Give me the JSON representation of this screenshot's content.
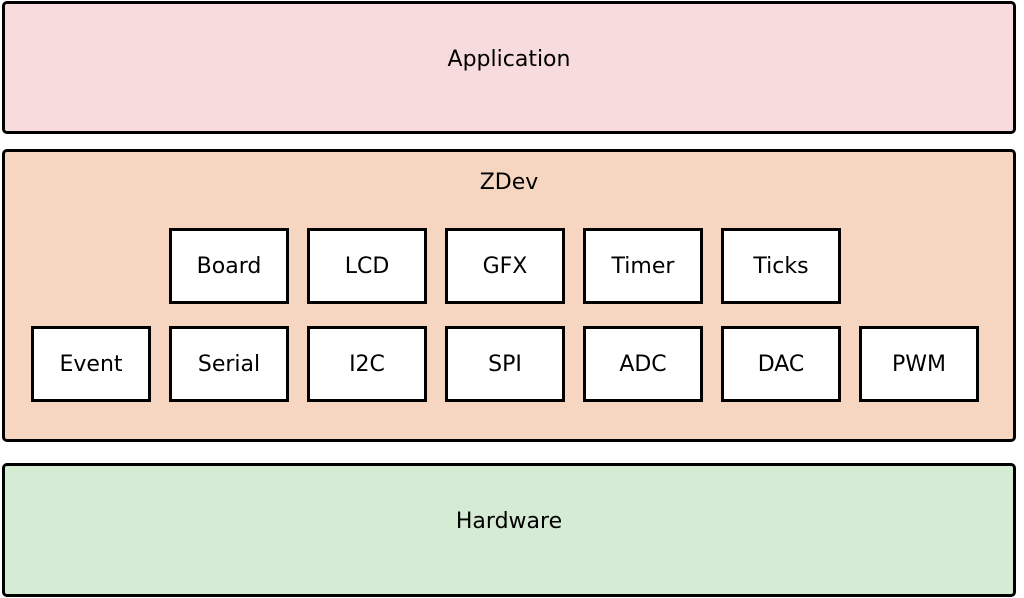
{
  "layers": {
    "application": {
      "label": "Application",
      "color": "#f8dbdd"
    },
    "zdev": {
      "label": "ZDev",
      "color": "#f6d6c1"
    },
    "hardware": {
      "label": "Hardware",
      "color": "#d5ebd3"
    }
  },
  "modules": {
    "row1": [
      "Board",
      "LCD",
      "GFX",
      "Timer",
      "Ticks"
    ],
    "row2": [
      "Event",
      "Serial",
      "I2C",
      "SPI",
      "ADC",
      "DAC",
      "PWM"
    ]
  }
}
